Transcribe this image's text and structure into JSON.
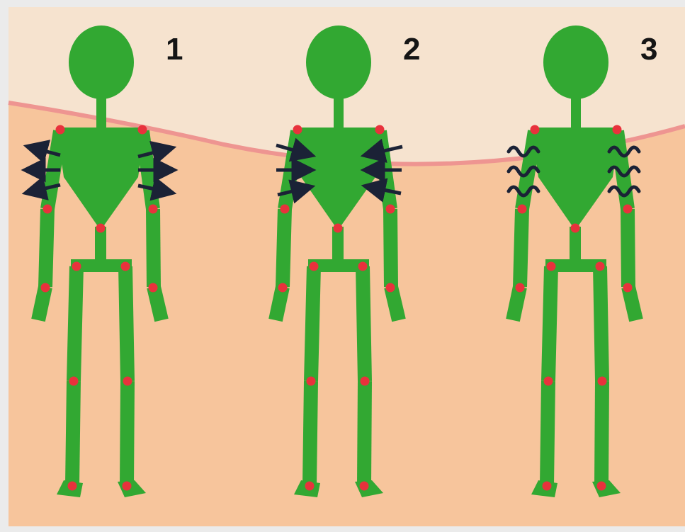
{
  "figures": [
    {
      "number": "1",
      "arrow_type": "outward-arrows"
    },
    {
      "number": "2",
      "arrow_type": "inward-arrows"
    },
    {
      "number": "3",
      "arrow_type": "wavy-lines"
    }
  ],
  "colors": {
    "background_sky": "#f6e3cf",
    "background_ground": "#f7c59c",
    "horizon_line": "#ee9591",
    "frame_border": "#ebebeb",
    "body": "#32a832",
    "body_outline": "#268a26",
    "joint": "#e8323c",
    "arrow": "#1b2236"
  }
}
